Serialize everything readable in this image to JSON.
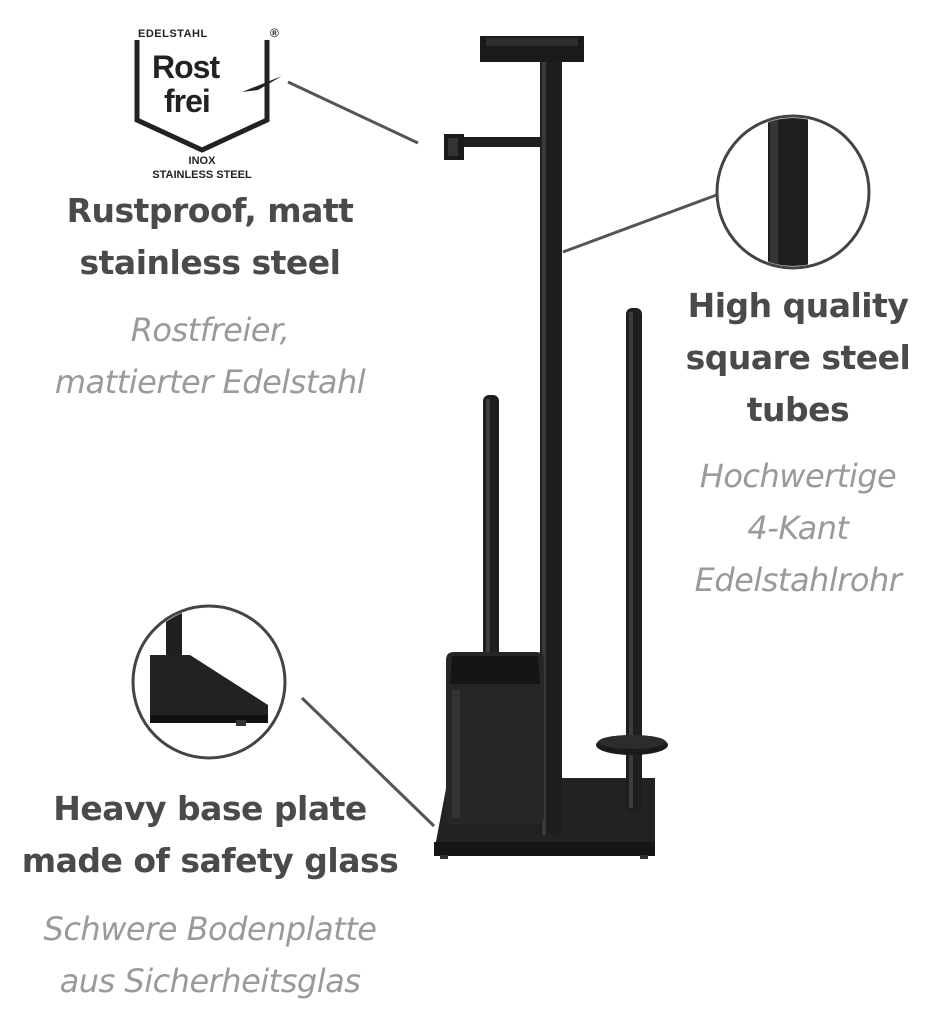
{
  "logo": {
    "top": "EDELSTAHL",
    "reg": "®",
    "word1": "Rost",
    "word2": "frei",
    "sub1": "INOX",
    "sub2": "STAINLESS STEEL"
  },
  "features": {
    "rustproof": {
      "en": [
        "Rustproof, matt",
        "stainless steel"
      ],
      "de": [
        "Rostfreier,",
        "mattierter Edelstahl"
      ]
    },
    "tubes": {
      "en": [
        "High quality",
        "square steel",
        "tubes"
      ],
      "de": [
        "Hochwertige",
        "4-Kant",
        "Edelstahlrohr"
      ]
    },
    "base": {
      "en": [
        "Heavy base plate",
        "made of safety glass"
      ],
      "de": [
        "Schwere Bodenplatte",
        "aus Sicherheitsglas"
      ]
    }
  },
  "colors": {
    "text_en": "#4a4a4a",
    "text_de": "#9a9a9a",
    "product": "#1c1c1c",
    "callout_line": "#555555"
  }
}
